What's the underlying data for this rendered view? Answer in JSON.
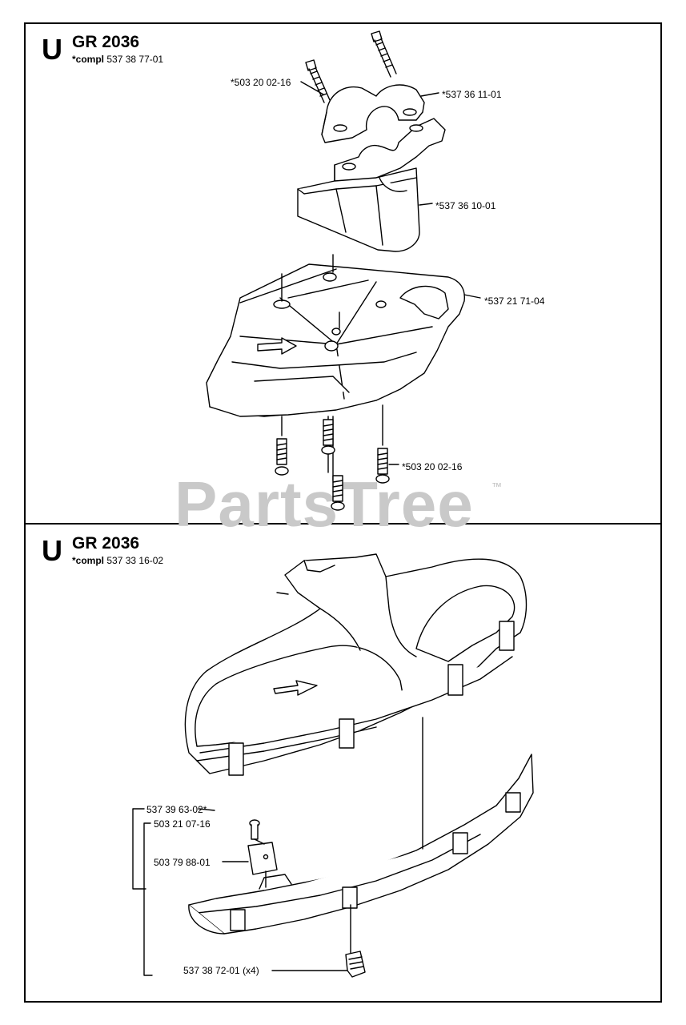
{
  "watermark": {
    "text": "PartsTree",
    "tm": "™"
  },
  "sections": [
    {
      "letter": "U",
      "title": "GR 2036",
      "subtitle_prefix": "*compl",
      "subtitle_number": "537 38 77-01",
      "labels": {
        "screw_top": "*503 20 02-16",
        "clamp_upper": "*537 36 11-01",
        "clamp_lower": "*537 36 10-01",
        "guard": "*537 21 71-04",
        "screws_bottom": "*503 20 02-16"
      }
    },
    {
      "letter": "U",
      "title": "GR 2036",
      "subtitle_prefix": "*compl",
      "subtitle_number": "537 33 16-02",
      "labels": {
        "extension": "537 39 63-02*",
        "screw": "503 21 07-16",
        "knife": "503 79 88-01",
        "clips": "537 38 72-01 (x4)"
      }
    }
  ]
}
